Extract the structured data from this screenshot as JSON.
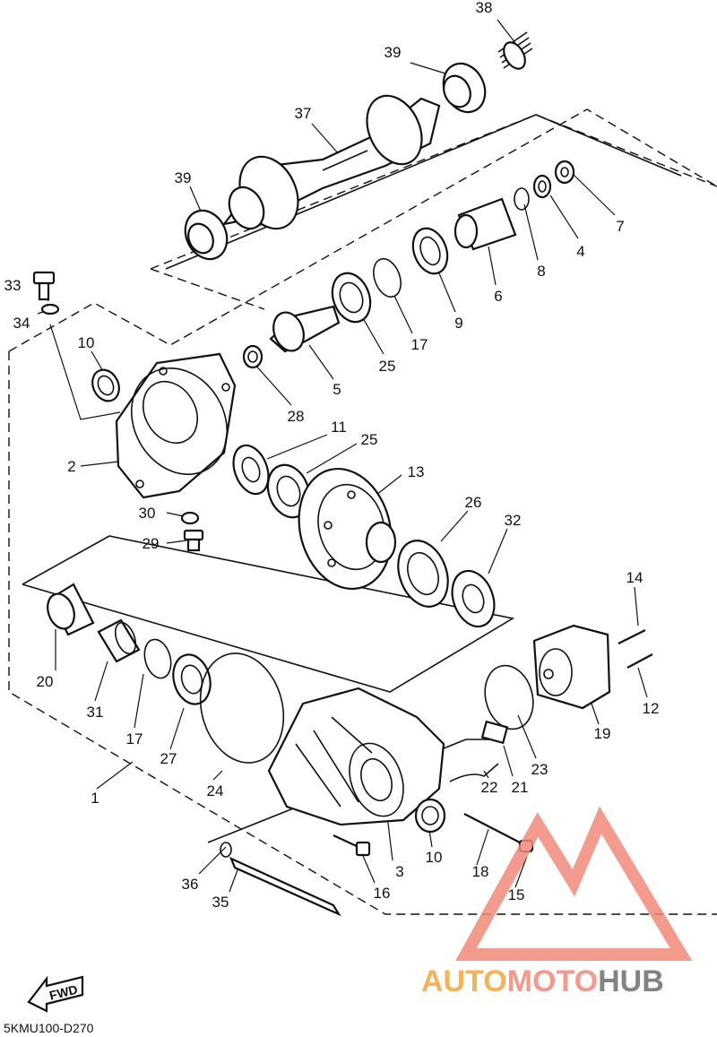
{
  "diagram_code": "5KMU100-D270",
  "fwd_label": "FWD",
  "watermark": {
    "parts": [
      "AUTO",
      "MOTO",
      "HUB"
    ],
    "colors": [
      "#f4a63a",
      "#f08a7a",
      "#6e6e6e"
    ],
    "logo_color": "#f08a7a"
  },
  "callouts": [
    {
      "id": "c38",
      "label": "38"
    },
    {
      "id": "c39a",
      "label": "39"
    },
    {
      "id": "c37",
      "label": "37"
    },
    {
      "id": "c39b",
      "label": "39"
    },
    {
      "id": "c7",
      "label": "7"
    },
    {
      "id": "c4",
      "label": "4"
    },
    {
      "id": "c8",
      "label": "8"
    },
    {
      "id": "c6",
      "label": "6"
    },
    {
      "id": "c9",
      "label": "9"
    },
    {
      "id": "c17a",
      "label": "17"
    },
    {
      "id": "c25a",
      "label": "25"
    },
    {
      "id": "c5",
      "label": "5"
    },
    {
      "id": "c28",
      "label": "28"
    },
    {
      "id": "c33",
      "label": "33"
    },
    {
      "id": "c34",
      "label": "34"
    },
    {
      "id": "c10a",
      "label": "10"
    },
    {
      "id": "c2",
      "label": "2"
    },
    {
      "id": "c11",
      "label": "11"
    },
    {
      "id": "c25b",
      "label": "25"
    },
    {
      "id": "c13",
      "label": "13"
    },
    {
      "id": "c30",
      "label": "30"
    },
    {
      "id": "c29",
      "label": "29"
    },
    {
      "id": "c26",
      "label": "26"
    },
    {
      "id": "c32",
      "label": "32"
    },
    {
      "id": "c14",
      "label": "14"
    },
    {
      "id": "c20",
      "label": "20"
    },
    {
      "id": "c31",
      "label": "31"
    },
    {
      "id": "c17b",
      "label": "17"
    },
    {
      "id": "c27",
      "label": "27"
    },
    {
      "id": "c24",
      "label": "24"
    },
    {
      "id": "c12",
      "label": "12"
    },
    {
      "id": "c19",
      "label": "19"
    },
    {
      "id": "c23",
      "label": "23"
    },
    {
      "id": "c21",
      "label": "21"
    },
    {
      "id": "c22",
      "label": "22"
    },
    {
      "id": "c1",
      "label": "1"
    },
    {
      "id": "c3",
      "label": "3"
    },
    {
      "id": "c10b",
      "label": "10"
    },
    {
      "id": "c18",
      "label": "18"
    },
    {
      "id": "c15",
      "label": "15"
    },
    {
      "id": "c16",
      "label": "16"
    },
    {
      "id": "c36",
      "label": "36"
    },
    {
      "id": "c35",
      "label": "35"
    }
  ]
}
